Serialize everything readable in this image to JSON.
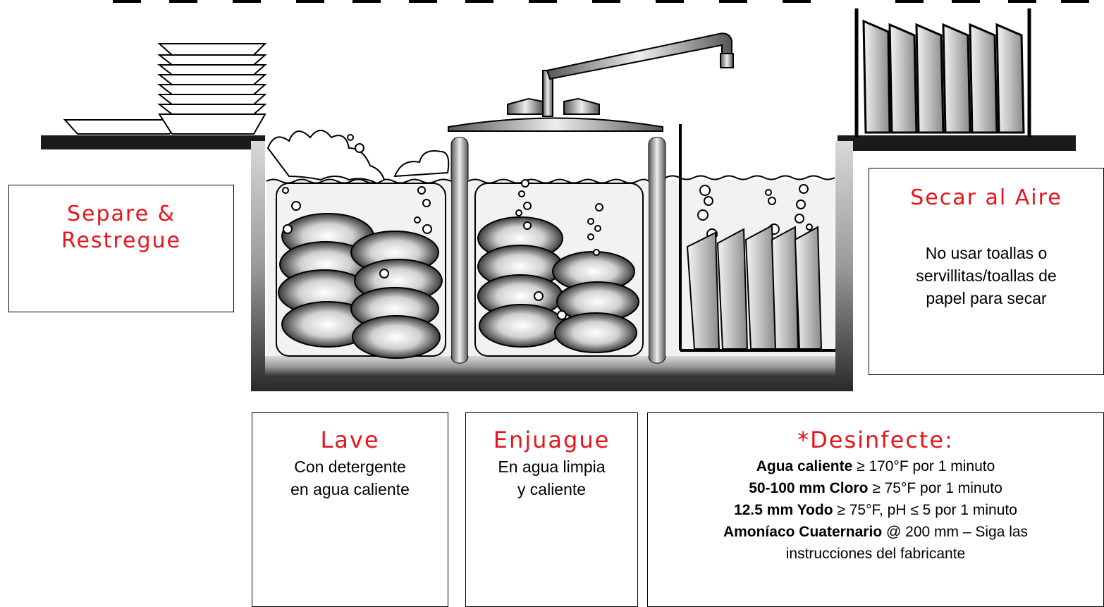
{
  "separe": {
    "title_line1": "Separe &",
    "title_line2": "Restregue"
  },
  "secar": {
    "title": "Secar al Aire",
    "text_line1": "No usar toallas o",
    "text_line2": "servillitas/toallas de",
    "text_line3": "papel para secar"
  },
  "lave": {
    "title": "Lave",
    "text_line1": "Con detergente",
    "text_line2": "en agua caliente"
  },
  "enjuague": {
    "title": "Enjuague",
    "text_line1": "En agua limpia",
    "text_line2": "y caliente"
  },
  "desinfecte": {
    "title": "*Desinfecte:",
    "lines": [
      {
        "bold": "Agua caliente",
        "rest": " ≥ 170°F por 1 minuto"
      },
      {
        "bold": "50-100 mm Cloro",
        "rest": " ≥ 75°F por 1 minuto"
      },
      {
        "bold": "12.5 mm Yodo",
        "rest": " ≥ 75°F, pH ≤ 5 por 1 minuto"
      },
      {
        "bold": "Amoníaco Cuaternario",
        "rest": " @ 200 mm – Siga las"
      },
      {
        "bold": "",
        "rest": "instrucciones del fabricante"
      }
    ]
  },
  "colors": {
    "title_red": "#e8141b",
    "ink": "#000000"
  }
}
